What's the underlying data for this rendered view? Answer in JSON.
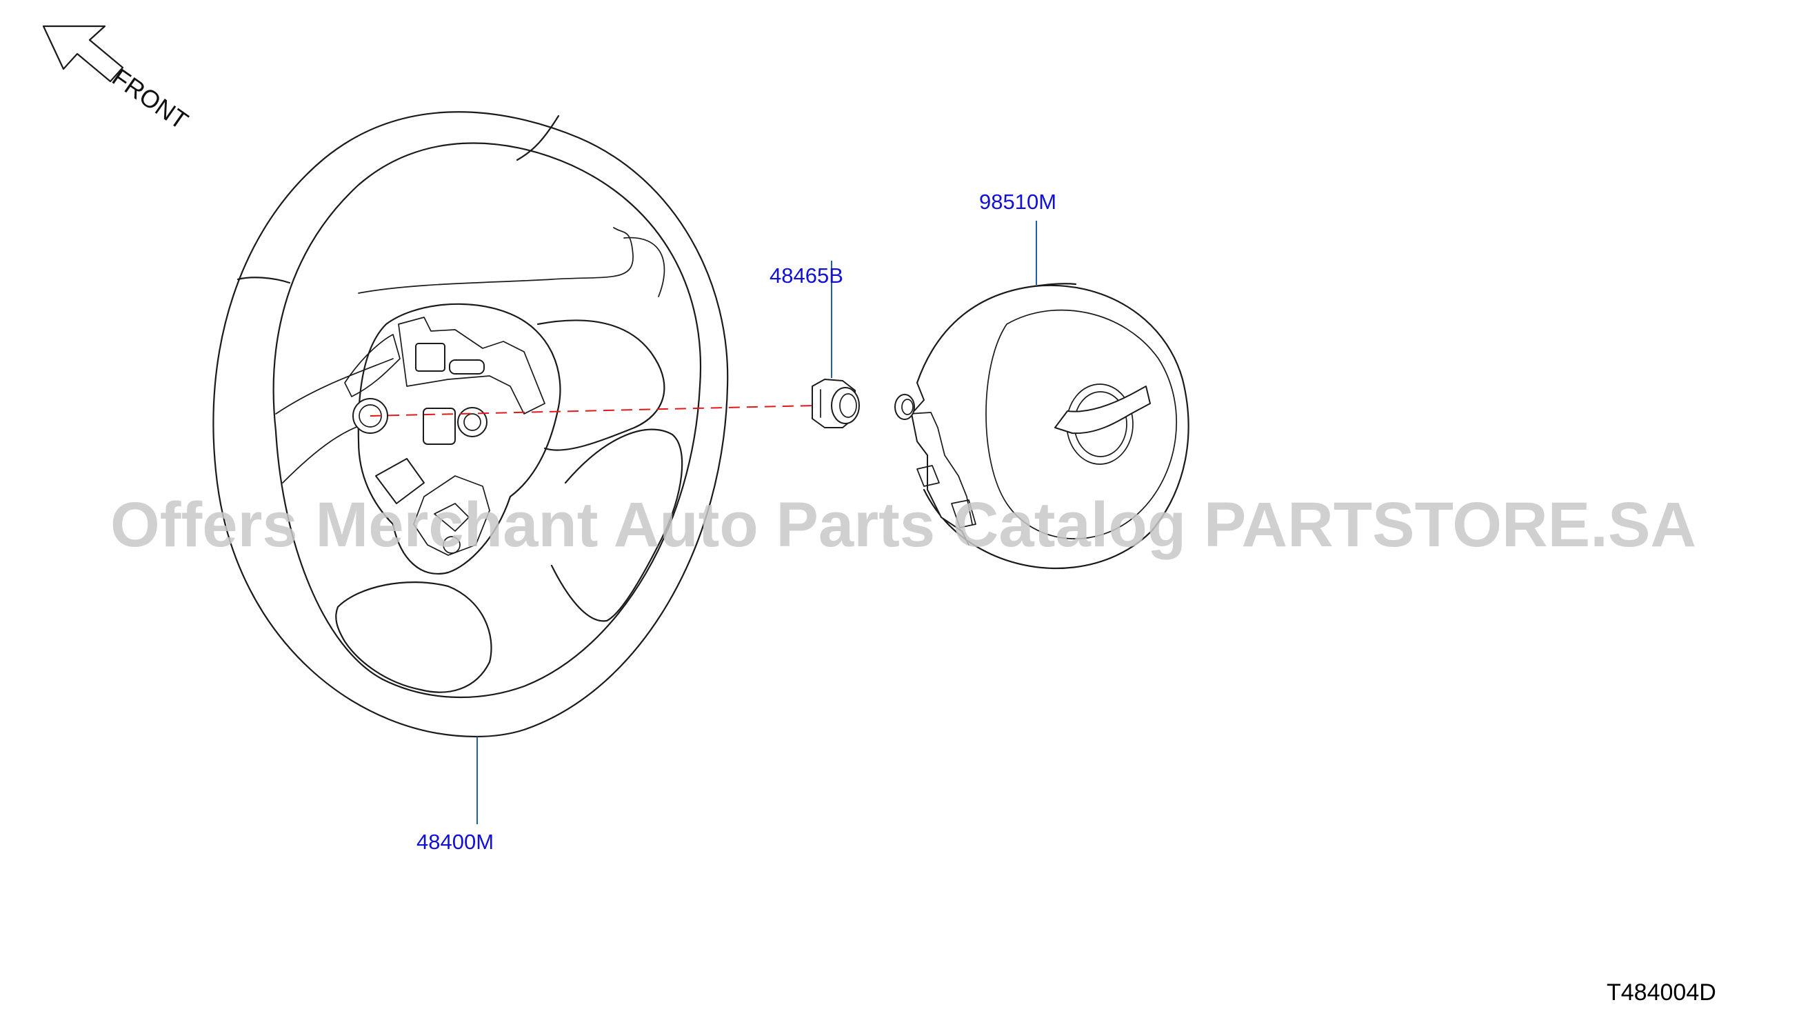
{
  "diagram": {
    "front_label": "FRONT",
    "figure_code": "T484004D",
    "watermark": "Offers Merchant Auto Parts Catalog PARTSTORE.SA",
    "parts": [
      {
        "number": "98510M",
        "depicts": "airbag module"
      },
      {
        "number": "48465B",
        "depicts": "nut"
      },
      {
        "number": "48400M",
        "depicts": "steering wheel"
      }
    ],
    "colors": {
      "part_label": "#1010d8",
      "leader_line": "#1f5fa8",
      "center_axis": "#e01818",
      "outline": "#1a1a1a",
      "watermark": "#c8c8c8"
    }
  }
}
